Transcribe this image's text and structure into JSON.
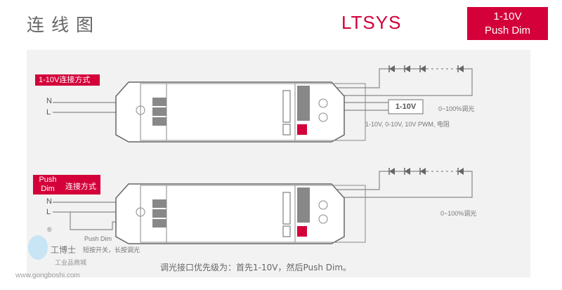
{
  "header": {
    "title": "连线图",
    "logo": "LTSYS",
    "badge_line1": "1-10V",
    "badge_line2": "Push Dim"
  },
  "section1": {
    "tag": "1-10V连接方式",
    "n_label": "N",
    "l_label": "L",
    "dimmer_box": "1-10V",
    "dimming_range": "0~100%调光",
    "dimmer_types": "1-10V, 0-10V, 10V PWM, 电阻"
  },
  "section2": {
    "tag_part1": "Push Dim",
    "tag_part2": "连接方式",
    "n_label": "N",
    "l_label": "L",
    "switch_label": "Push Dim",
    "switch_desc": "短按开关，长按调光",
    "dimming_range": "0~100%调光"
  },
  "footer_note": "调光接口优先级为：首先1-10V，然后Push Dim。",
  "watermark": {
    "brand": "工博士",
    "subtitle": "工业品商城",
    "url": "www.gongboshi.com",
    "registered": "®"
  },
  "colors": {
    "accent": "#d4003a",
    "line": "#888888",
    "panel": "#f2f2f2"
  }
}
